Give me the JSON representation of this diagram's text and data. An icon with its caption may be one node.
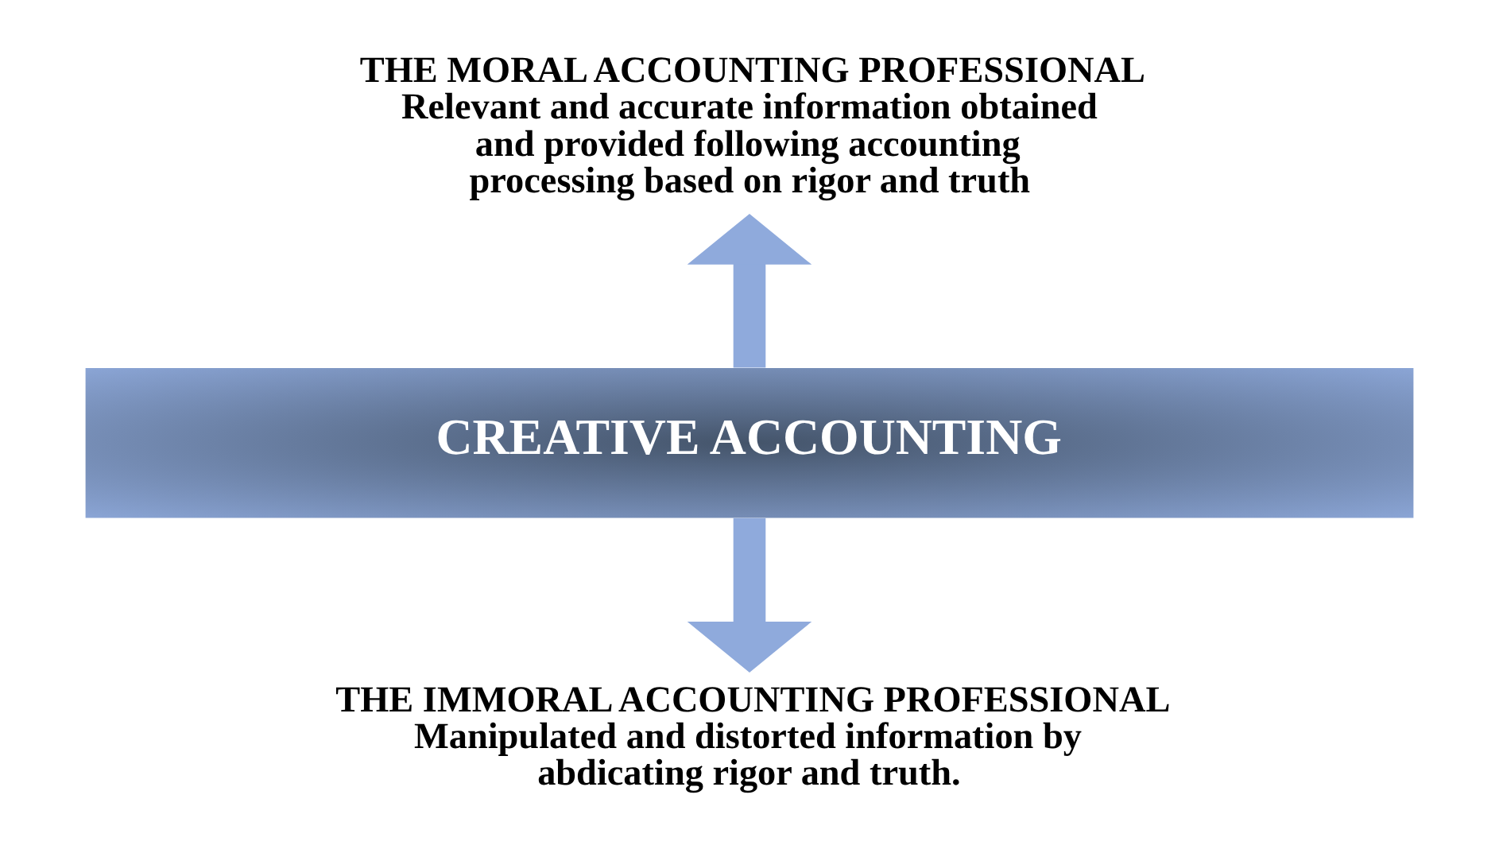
{
  "diagram": {
    "nodes": [
      {
        "text": [
          "CREATIVE ACCOUNTING"
        ]
      },
      {
        "text": [
          "THE MORAL ACCOUNTING PROFESSIONAL",
          "Relevant and accurate information obtained and provided following accounting processing based on rigor and truth"
        ]
      },
      {
        "text": [
          "THE IMMORAL ACCOUNTING PROFESSIONAL",
          "Manipulated and distorted information by abdicating rigor and truth."
        ]
      }
    ],
    "edges": [
      {
        "from": 0,
        "to": 1,
        "arrow": "to"
      },
      {
        "from": 0,
        "to": 2,
        "arrow": "to"
      }
    ]
  }
}
